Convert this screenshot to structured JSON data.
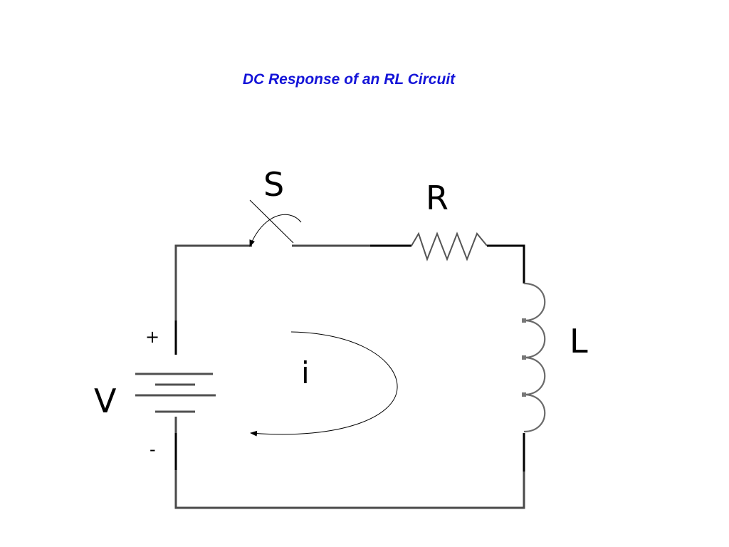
{
  "title": "DC Response of an RL Circuit",
  "title_color": "#1414d8",
  "labels": {
    "switch": "S",
    "resistor": "R",
    "inductor": "L",
    "source": "V",
    "current": "i",
    "plus": "+",
    "minus": "-"
  },
  "colors": {
    "wire": "#4a4a4a",
    "text": "#000000"
  }
}
